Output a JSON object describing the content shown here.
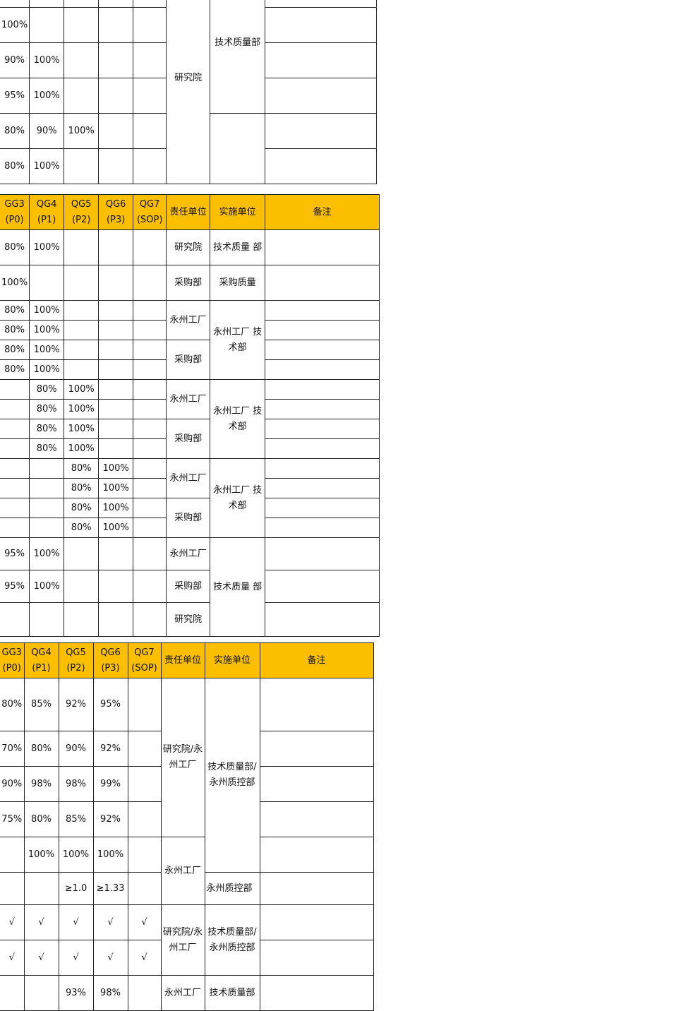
{
  "colors": {
    "header_bg": "#fcbf00",
    "border": "#222222"
  },
  "t1": {
    "rows": [
      [
        "",
        "",
        "",
        "",
        ""
      ],
      [
        "100%",
        "",
        "",
        "",
        ""
      ],
      [
        "90%",
        "100%",
        "",
        "",
        ""
      ],
      [
        "95%",
        "100%",
        "",
        "",
        ""
      ],
      [
        "80%",
        "90%",
        "100%",
        "",
        ""
      ],
      [
        "80%",
        "100%",
        "",
        "",
        ""
      ]
    ],
    "resp": "研究院",
    "impl": "技术质量部"
  },
  "t2": {
    "headers": [
      "GG3 (P0)",
      "QG4 (P1)",
      "QG5 (P2)",
      "QG6 (P3)",
      "QG7 (SOP)",
      "责任单位",
      "实施单位",
      "备注"
    ],
    "rows": [
      [
        "80%",
        "100%",
        "",
        "",
        ""
      ],
      [
        "100%",
        "",
        "",
        "",
        ""
      ],
      [
        "80%",
        "100%",
        "",
        "",
        ""
      ],
      [
        "80%",
        "100%",
        "",
        "",
        ""
      ],
      [
        "80%",
        "100%",
        "",
        "",
        ""
      ],
      [
        "80%",
        "100%",
        "",
        "",
        ""
      ],
      [
        "",
        "80%",
        "100%",
        "",
        ""
      ],
      [
        "",
        "80%",
        "100%",
        "",
        ""
      ],
      [
        "",
        "80%",
        "100%",
        "",
        ""
      ],
      [
        "",
        "80%",
        "100%",
        "",
        ""
      ],
      [
        "",
        "",
        "80%",
        "100%",
        ""
      ],
      [
        "",
        "",
        "80%",
        "100%",
        ""
      ],
      [
        "",
        "",
        "80%",
        "100%",
        ""
      ],
      [
        "",
        "",
        "80%",
        "100%",
        ""
      ],
      [
        "95%",
        "100%",
        "",
        "",
        ""
      ],
      [
        "95%",
        "100%",
        "",
        "",
        ""
      ],
      [
        "",
        "",
        "",
        "",
        ""
      ]
    ],
    "resp": [
      "研究院",
      "采购部",
      "永州工厂",
      "采购部",
      "永州工厂",
      "采购部",
      "永州工厂",
      "采购部",
      "永州工厂",
      "采购部",
      "研究院"
    ],
    "impl": [
      "技术质量 部",
      "采购质量",
      "永州工厂 技术部",
      "永州工厂 技术部",
      "永州工厂 技术部",
      "技术质量 部"
    ]
  },
  "t3": {
    "headers": [
      "GG3 (P0)",
      "QG4 (P1)",
      "QG5 (P2)",
      "QG6 (P3)",
      "QG7 (SOP)",
      "责任单位",
      "实施单位",
      "备注"
    ],
    "rows": [
      [
        "80%",
        "85%",
        "92%",
        "95%",
        ""
      ],
      [
        "70%",
        "80%",
        "90%",
        "92%",
        ""
      ],
      [
        "90%",
        "98%",
        "98%",
        "99%",
        ""
      ],
      [
        "75%",
        "80%",
        "85%",
        "92%",
        ""
      ],
      [
        "",
        "100%",
        "100%",
        "100%",
        ""
      ],
      [
        "",
        "",
        "≥1.0",
        "≥1.33",
        ""
      ],
      [
        "√",
        "√",
        "√",
        "√",
        "√"
      ],
      [
        "√",
        "√",
        "√",
        "√",
        "√"
      ],
      [
        "",
        "",
        "93%",
        "98%",
        ""
      ]
    ],
    "resp": [
      "研究院/永 州工厂",
      "永州工厂",
      "研究院/永 州工厂",
      "永州工厂"
    ],
    "impl": [
      "技术质量部/ 永州质控部",
      "永州质控部",
      "技术质量部/ 永州质控部",
      "技术质量部"
    ]
  }
}
